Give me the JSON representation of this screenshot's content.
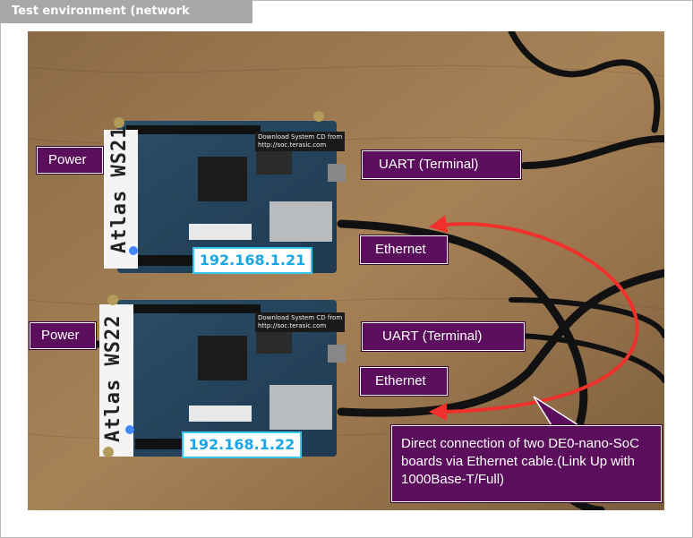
{
  "header": {
    "title": "Test environment (network connection)"
  },
  "boards": [
    {
      "label": "Atlas WS21",
      "ip": "192.168.1.21",
      "cd_line1": "Download System CD from",
      "cd_line2": "http://soc.terasic.com",
      "callouts": {
        "power": "Power",
        "uart": "UART (Terminal)",
        "ethernet": "Ethernet"
      }
    },
    {
      "label": "Atlas WS22",
      "ip": "192.168.1.22",
      "cd_line1": "Download System CD from",
      "cd_line2": "http://soc.terasic.com",
      "callouts": {
        "power": "Power",
        "uart": "UART (Terminal)",
        "ethernet": "Ethernet"
      }
    }
  ],
  "note": "Direct connection of two DE0-nano-SoC boards via Ethernet cable.(Link Up with 1000Base-T/Full)",
  "colors": {
    "callout_bg": "#5b0e5b",
    "arrow": "#f0302a",
    "ip_text": "#1aa6e6",
    "ip_border": "#35c8f0",
    "title_tab": "#a8a8a8"
  }
}
